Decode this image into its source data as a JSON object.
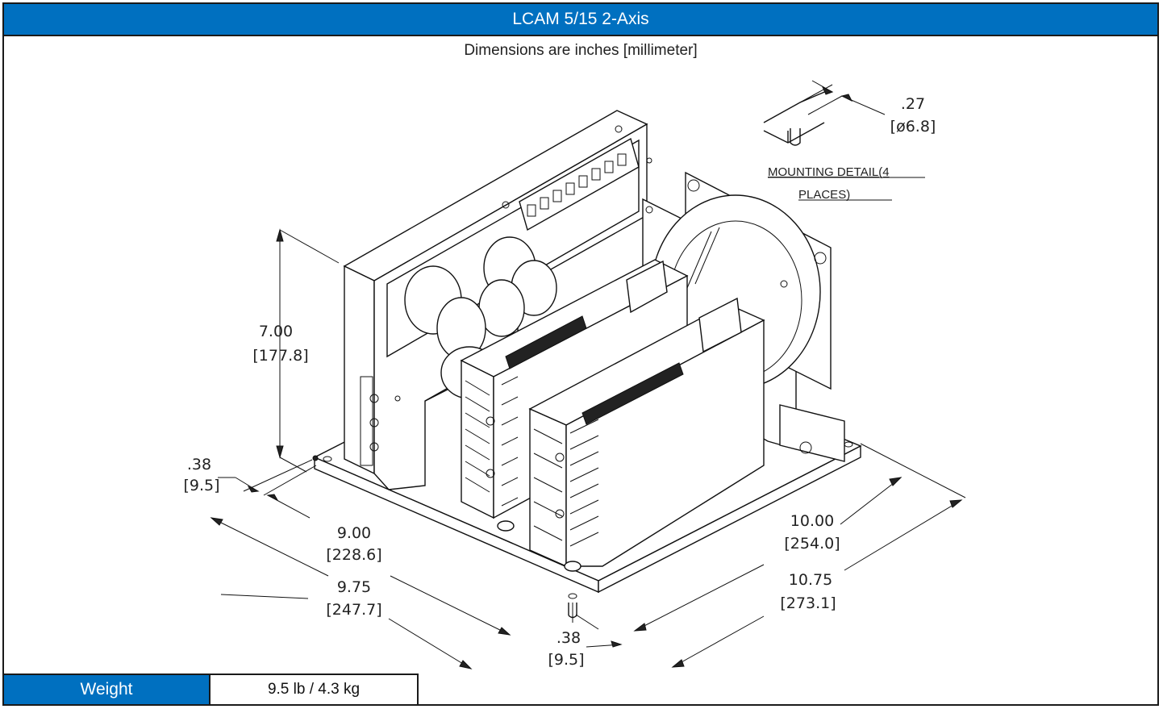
{
  "title": "LCAM 5/15 2-Axis",
  "subtitle": "Dimensions are inches [millimeter]",
  "mounting_detail": {
    "dim_in": ".27",
    "dim_mm": "[ø6.8]",
    "label_line1": "MOUNTING DETAIL(4",
    "label_line2": "PLACES)"
  },
  "dimensions": {
    "height": {
      "in": "7.00",
      "mm": "[177.8]"
    },
    "slot_left": {
      "in": ".38",
      "mm": "[9.5]"
    },
    "width_inner": {
      "in": "9.00",
      "mm": "[228.6]"
    },
    "width_outer": {
      "in": "9.75",
      "mm": "[247.7]"
    },
    "slot_front": {
      "in": ".38",
      "mm": "[9.5]"
    },
    "depth_inner": {
      "in": "10.00",
      "mm": "[254.0]"
    },
    "depth_outer": {
      "in": "10.75",
      "mm": "[273.1]"
    }
  },
  "weight": {
    "label": "Weight",
    "value": "9.5 lb / 4.3 kg"
  },
  "colors": {
    "header_blue": "#0070c0"
  }
}
